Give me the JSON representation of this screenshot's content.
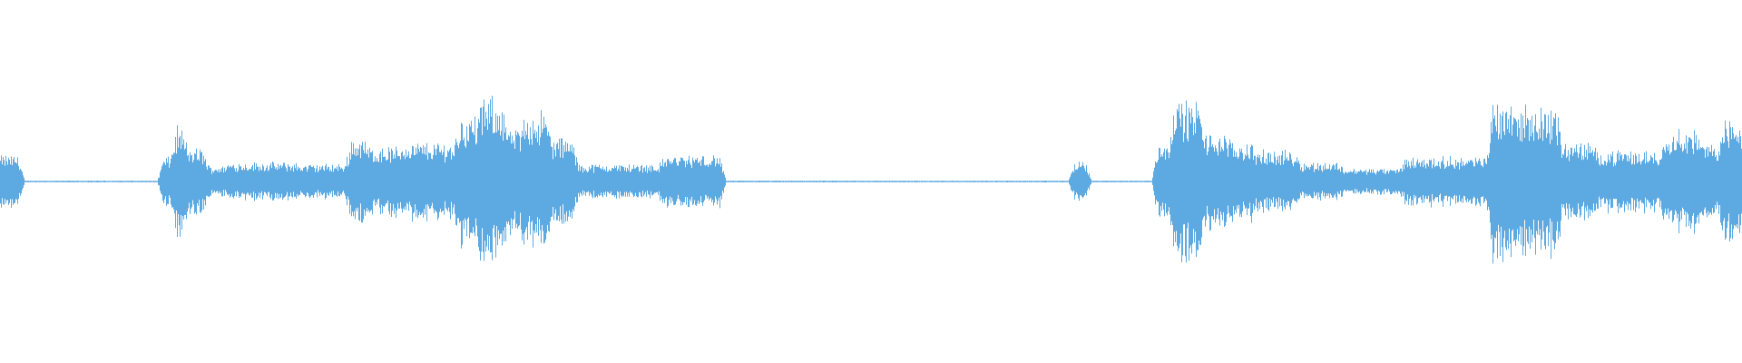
{
  "waveform": {
    "color": "#5DA9E1",
    "background": "#FFFFFF",
    "segments": [
      {
        "from": 0.0,
        "to": 0.012,
        "level": 0.3
      },
      {
        "from": 0.012,
        "to": 0.092,
        "level": 0.01
      },
      {
        "from": 0.092,
        "to": 0.099,
        "level": 0.28
      },
      {
        "from": 0.099,
        "to": 0.106,
        "level": 0.62
      },
      {
        "from": 0.106,
        "to": 0.118,
        "level": 0.38
      },
      {
        "from": 0.118,
        "to": 0.13,
        "level": 0.18
      },
      {
        "from": 0.13,
        "to": 0.17,
        "level": 0.22
      },
      {
        "from": 0.17,
        "to": 0.2,
        "level": 0.2
      },
      {
        "from": 0.2,
        "to": 0.21,
        "level": 0.5
      },
      {
        "from": 0.21,
        "to": 0.23,
        "level": 0.4
      },
      {
        "from": 0.23,
        "to": 0.262,
        "level": 0.45
      },
      {
        "from": 0.262,
        "to": 0.275,
        "level": 0.75
      },
      {
        "from": 0.275,
        "to": 0.29,
        "level": 0.95
      },
      {
        "from": 0.29,
        "to": 0.3,
        "level": 0.6
      },
      {
        "from": 0.3,
        "to": 0.315,
        "level": 0.8
      },
      {
        "from": 0.315,
        "to": 0.33,
        "level": 0.5
      },
      {
        "from": 0.33,
        "to": 0.38,
        "level": 0.2
      },
      {
        "from": 0.38,
        "to": 0.415,
        "level": 0.3
      },
      {
        "from": 0.415,
        "to": 0.615,
        "level": 0.01
      },
      {
        "from": 0.615,
        "to": 0.625,
        "level": 0.22
      },
      {
        "from": 0.625,
        "to": 0.663,
        "level": 0.01
      },
      {
        "from": 0.663,
        "to": 0.672,
        "level": 0.45
      },
      {
        "from": 0.672,
        "to": 0.69,
        "level": 0.92
      },
      {
        "from": 0.69,
        "to": 0.705,
        "level": 0.55
      },
      {
        "from": 0.705,
        "to": 0.72,
        "level": 0.45
      },
      {
        "from": 0.72,
        "to": 0.745,
        "level": 0.35
      },
      {
        "from": 0.745,
        "to": 0.77,
        "level": 0.22
      },
      {
        "from": 0.77,
        "to": 0.805,
        "level": 0.15
      },
      {
        "from": 0.805,
        "to": 0.855,
        "level": 0.28
      },
      {
        "from": 0.855,
        "to": 0.87,
        "level": 0.95
      },
      {
        "from": 0.87,
        "to": 0.895,
        "level": 0.85
      },
      {
        "from": 0.895,
        "to": 0.915,
        "level": 0.45
      },
      {
        "from": 0.915,
        "to": 0.955,
        "level": 0.35
      },
      {
        "from": 0.955,
        "to": 0.975,
        "level": 0.6
      },
      {
        "from": 0.975,
        "to": 0.988,
        "level": 0.45
      },
      {
        "from": 0.988,
        "to": 1.0,
        "level": 0.7
      }
    ]
  }
}
